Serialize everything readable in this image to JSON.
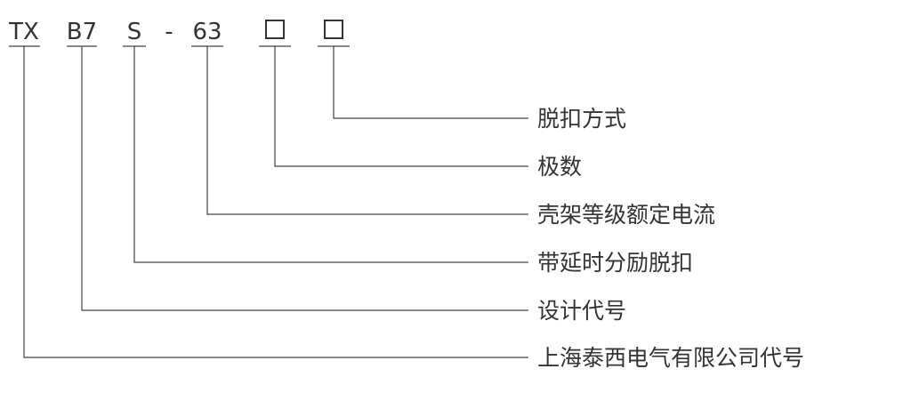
{
  "model_code": {
    "segments": [
      {
        "text": "TX"
      },
      {
        "text": "B7"
      },
      {
        "text": "S"
      },
      {
        "text": "-"
      },
      {
        "text": "63"
      },
      {
        "text": "□"
      },
      {
        "text": "□"
      }
    ]
  },
  "descriptions": [
    {
      "text": "脱扣方式"
    },
    {
      "text": "极数"
    },
    {
      "text": "壳架等级额定电流"
    },
    {
      "text": "带延时分励脱扣"
    },
    {
      "text": "设计代号"
    },
    {
      "text": "上海泰西电气有限公司代号"
    }
  ]
}
